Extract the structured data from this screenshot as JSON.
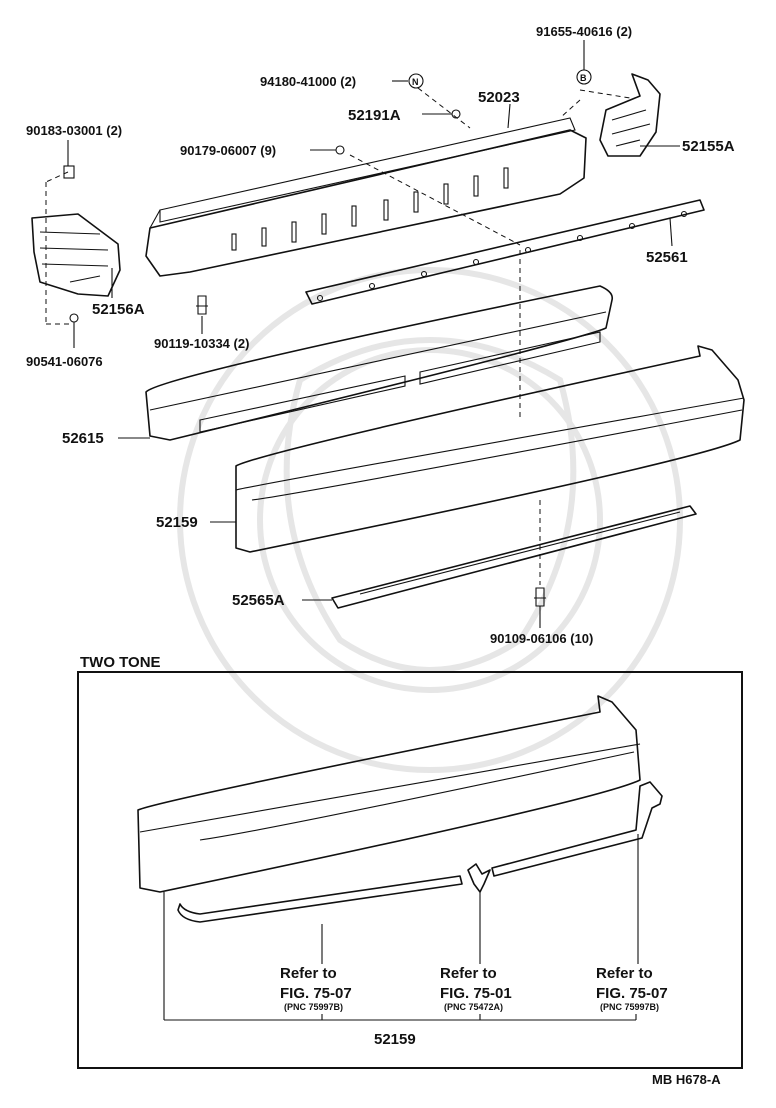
{
  "labels": {
    "p91655": "91655-40616 (2)",
    "p94180": "94180-41000 (2)",
    "p52023": "52023",
    "p52191a": "52191A",
    "p90183": "90183-03001 (2)",
    "p90179": "90179-06007 (9)",
    "p52155a": "52155A",
    "p52561": "52561",
    "p52156a": "52156A",
    "p90119": "90119-10334 (2)",
    "p90541": "90541-06076",
    "p52615": "52615",
    "p52159": "52159",
    "p52565a": "52565A",
    "p90109": "90109-06106 (10)",
    "two_tone_title": "TWO TONE",
    "refer_to": "Refer to",
    "fig_left": "FIG. 75-07",
    "pnc_left": "(PNC 75997B)",
    "fig_mid": "FIG. 75-01",
    "pnc_mid": "(PNC 75472A)",
    "fig_right": "FIG. 75-07",
    "pnc_right": "(PNC 75997B)",
    "bottom_part": "52159",
    "footer_code": "MB  H678-A"
  },
  "symbols": {
    "nut_n": "N",
    "bolt_b": "B"
  }
}
